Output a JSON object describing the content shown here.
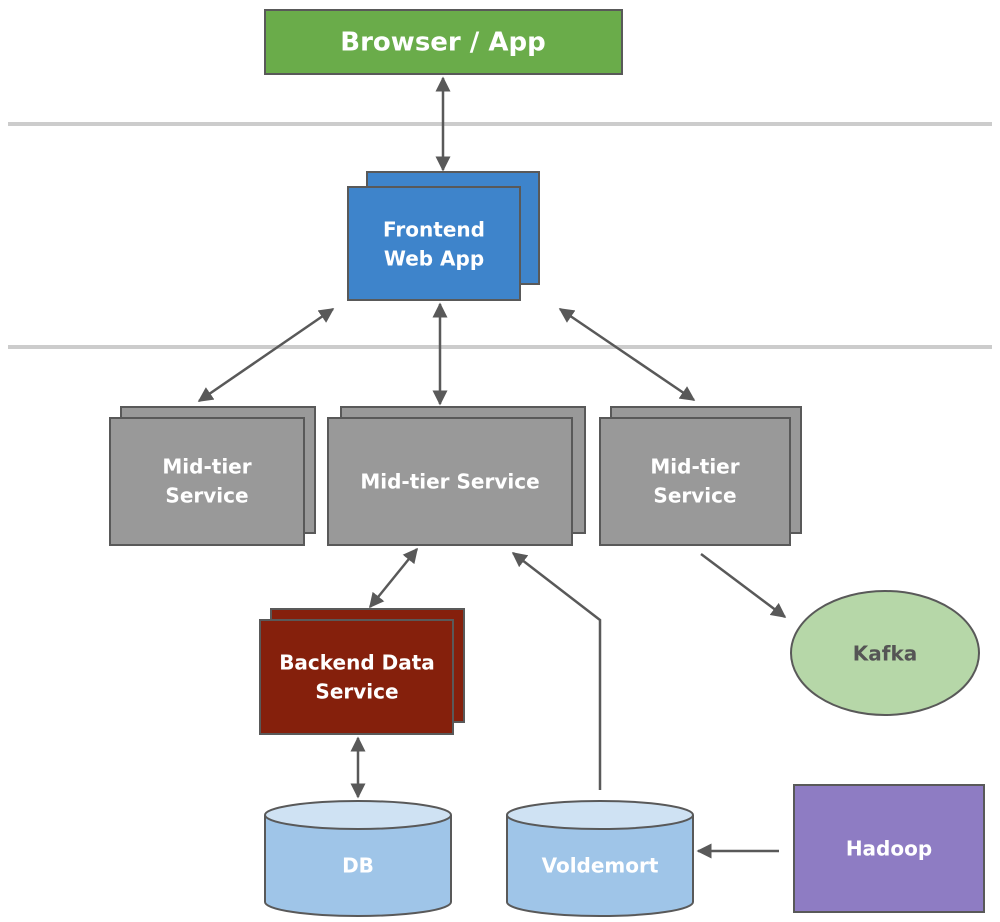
{
  "colors": {
    "browser": "#6aac4a",
    "frontend": "#3e84cb",
    "midtier": "#999999",
    "backend": "#85200c",
    "kafka": "#b6d7a8",
    "database": "#9fc5e8",
    "database_top": "#cfe2f3",
    "hadoop": "#8e7cc3",
    "stroke": "#595959",
    "divider": "#cccccc"
  },
  "nodes": {
    "browser": {
      "line1": "Browser / App"
    },
    "frontend": {
      "line1": "Frontend",
      "line2": "Web App"
    },
    "midtier_left": {
      "line1": "Mid-tier",
      "line2": "Service"
    },
    "midtier_center": {
      "line1": "Mid-tier Service"
    },
    "midtier_right": {
      "line1": "Mid-tier",
      "line2": "Service"
    },
    "backend": {
      "line1": "Backend Data",
      "line2": "Service"
    },
    "kafka": {
      "line1": "Kafka"
    },
    "db": {
      "line1": "DB"
    },
    "voldemort": {
      "line1": "Voldemort"
    },
    "hadoop": {
      "line1": "Hadoop"
    }
  }
}
